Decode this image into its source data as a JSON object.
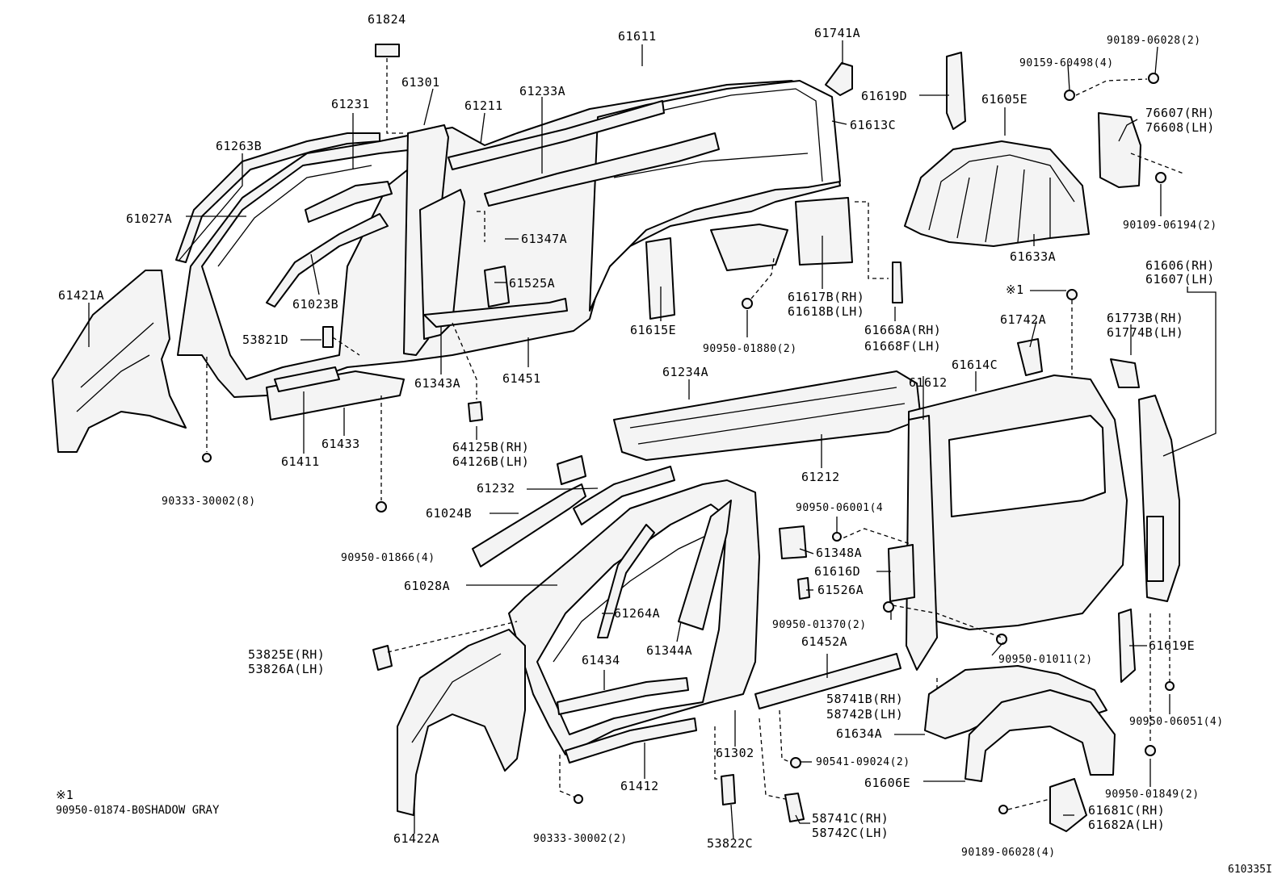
{
  "figure_id": "610335I",
  "note": {
    "mark": "※1",
    "part_no": "90950-01874-B0",
    "color": "SHADOW GRAY"
  },
  "labels": [
    {
      "id": "l61824",
      "text": "61824"
    },
    {
      "id": "l61611",
      "text": "61611"
    },
    {
      "id": "l61741a",
      "text": "61741A"
    },
    {
      "id": "l90189a",
      "text": "90189-06028(2)"
    },
    {
      "id": "l61301",
      "text": "61301"
    },
    {
      "id": "l90159",
      "text": "90159-60498(4)"
    },
    {
      "id": "l61231",
      "text": "61231"
    },
    {
      "id": "l61211",
      "text": "61211"
    },
    {
      "id": "l61233a",
      "text": "61233A"
    },
    {
      "id": "l61619d",
      "text": "61619D"
    },
    {
      "id": "l61605e",
      "text": "61605E"
    },
    {
      "id": "l76607",
      "text": "76607(RH)"
    },
    {
      "id": "l76608",
      "text": "76608(LH)"
    },
    {
      "id": "l61613c",
      "text": "61613C"
    },
    {
      "id": "l61263b",
      "text": "61263B"
    },
    {
      "id": "l61027a",
      "text": "61027A"
    },
    {
      "id": "l90109",
      "text": "90109-06194(2)"
    },
    {
      "id": "l61347a",
      "text": "61347A"
    },
    {
      "id": "l61633a",
      "text": "61633A"
    },
    {
      "id": "l61606rh",
      "text": "61606(RH)"
    },
    {
      "id": "l61607lh",
      "text": "61607(LH)"
    },
    {
      "id": "l61421a",
      "text": "61421A"
    },
    {
      "id": "l61525a",
      "text": "61525A"
    },
    {
      "id": "l61617b",
      "text": "61617B(RH)"
    },
    {
      "id": "l61618b",
      "text": "61618B(LH)"
    },
    {
      "id": "l61023b",
      "text": "61023B"
    },
    {
      "id": "lstar1",
      "text": "※1"
    },
    {
      "id": "l61773b",
      "text": "61773B(RH)"
    },
    {
      "id": "l61774b",
      "text": "61774B(LH)"
    },
    {
      "id": "l61742a",
      "text": "61742A"
    },
    {
      "id": "l53821d",
      "text": "53821D"
    },
    {
      "id": "l61615e",
      "text": "61615E"
    },
    {
      "id": "l61668a",
      "text": "61668A(RH)"
    },
    {
      "id": "l61668f",
      "text": "61668F(LH)"
    },
    {
      "id": "l90950_01880",
      "text": "90950-01880(2)"
    },
    {
      "id": "l61343a",
      "text": "61343A"
    },
    {
      "id": "l61451",
      "text": "61451"
    },
    {
      "id": "l61234a",
      "text": "61234A"
    },
    {
      "id": "l61614c",
      "text": "61614C"
    },
    {
      "id": "l61612",
      "text": "61612"
    },
    {
      "id": "l61433",
      "text": "61433"
    },
    {
      "id": "l61411",
      "text": "61411"
    },
    {
      "id": "l64125b",
      "text": "64125B(RH)"
    },
    {
      "id": "l64126b",
      "text": "64126B(LH)"
    },
    {
      "id": "l61212",
      "text": "61212"
    },
    {
      "id": "l90333a",
      "text": "90333-30002(8)"
    },
    {
      "id": "l61232",
      "text": "61232"
    },
    {
      "id": "l61024b",
      "text": "61024B"
    },
    {
      "id": "l90950_06001",
      "text": "90950-06001(4"
    },
    {
      "id": "l61348a",
      "text": "61348A"
    },
    {
      "id": "l90950_01866",
      "text": "90950-01866(4)"
    },
    {
      "id": "l61616d",
      "text": "61616D"
    },
    {
      "id": "l61028a",
      "text": "61028A"
    },
    {
      "id": "l61526a",
      "text": "61526A"
    },
    {
      "id": "l61264a",
      "text": "61264A"
    },
    {
      "id": "l90950_01370",
      "text": "90950-01370(2)"
    },
    {
      "id": "l53825e",
      "text": "53825E(RH)"
    },
    {
      "id": "l53826a",
      "text": "53826A(LH)"
    },
    {
      "id": "l61344a",
      "text": "61344A"
    },
    {
      "id": "l61452a",
      "text": "61452A"
    },
    {
      "id": "l61619e",
      "text": "61619E"
    },
    {
      "id": "l90950_01011",
      "text": "90950-01011(2)"
    },
    {
      "id": "l61434",
      "text": "61434"
    },
    {
      "id": "l58741b",
      "text": "58741B(RH)"
    },
    {
      "id": "l58742b",
      "text": "58742B(LH)"
    },
    {
      "id": "l90950_06051",
      "text": "90950-06051(4)"
    },
    {
      "id": "l61634a",
      "text": "61634A"
    },
    {
      "id": "l61302",
      "text": "61302"
    },
    {
      "id": "l90541",
      "text": "90541-09024(2)"
    },
    {
      "id": "l61412",
      "text": "61412"
    },
    {
      "id": "l61606e",
      "text": "61606E"
    },
    {
      "id": "l90950_01849",
      "text": "90950-01849(2)"
    },
    {
      "id": "l61681c",
      "text": "61681C(RH)"
    },
    {
      "id": "l61682a",
      "text": "61682A(LH)"
    },
    {
      "id": "l58741c",
      "text": "58741C(RH)"
    },
    {
      "id": "l58742c",
      "text": "58742C(LH)"
    },
    {
      "id": "l61422a",
      "text": "61422A"
    },
    {
      "id": "l90333b",
      "text": "90333-30002(2)"
    },
    {
      "id": "l53822c",
      "text": "53822C"
    },
    {
      "id": "l90189b",
      "text": "90189-06028(4)"
    }
  ]
}
